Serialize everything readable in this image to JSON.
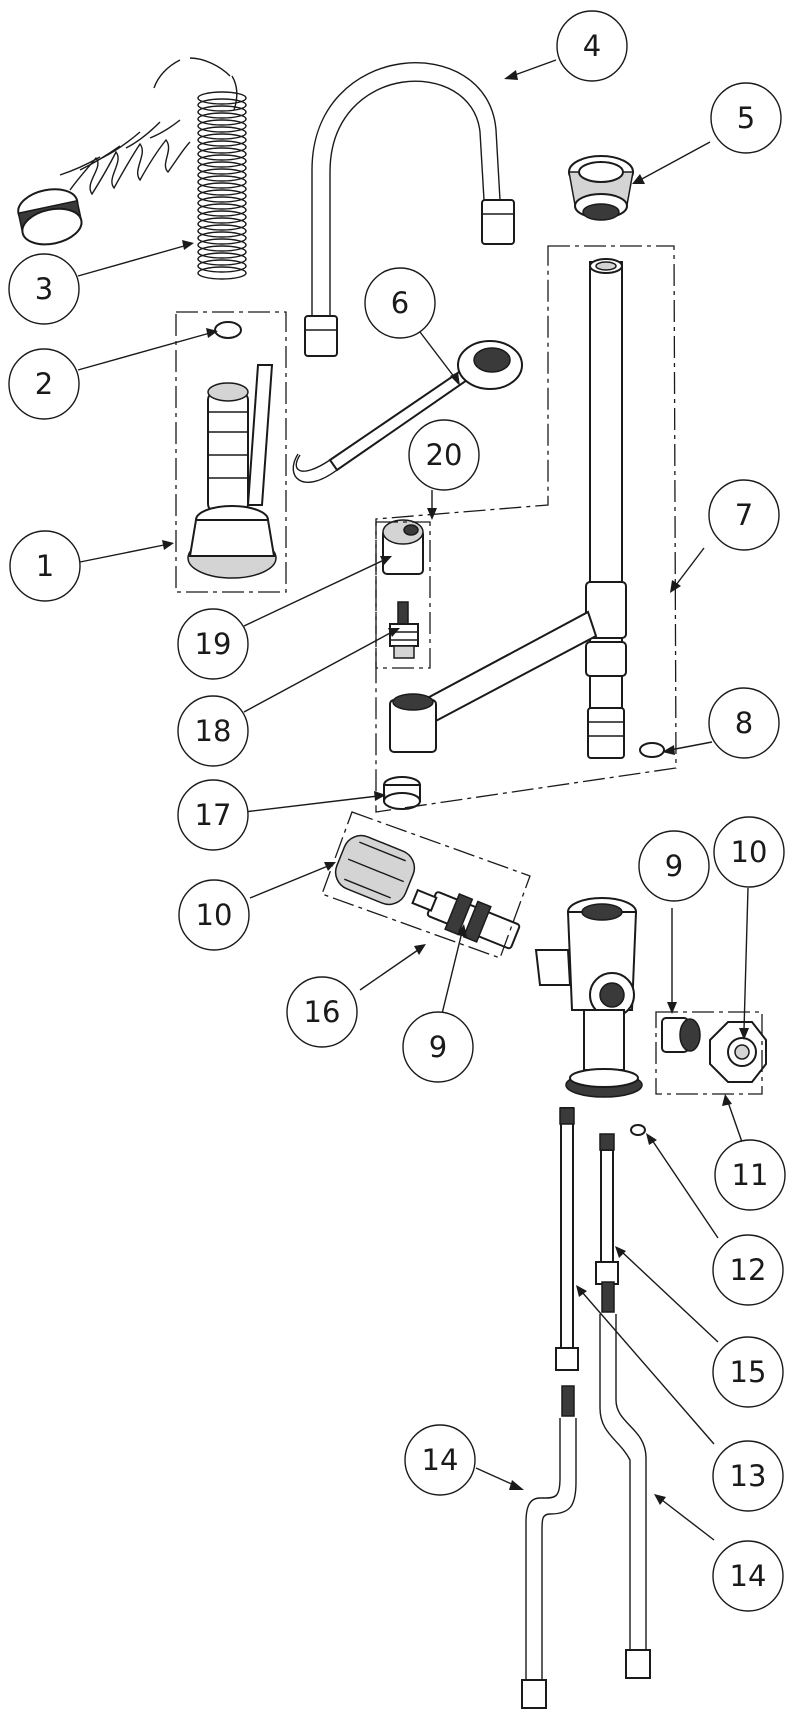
{
  "callouts": [
    {
      "id": "c1",
      "label": "1"
    },
    {
      "id": "c2",
      "label": "2"
    },
    {
      "id": "c3",
      "label": "3"
    },
    {
      "id": "c4",
      "label": "4"
    },
    {
      "id": "c5",
      "label": "5"
    },
    {
      "id": "c6",
      "label": "6"
    },
    {
      "id": "c7",
      "label": "7"
    },
    {
      "id": "c8",
      "label": "8"
    },
    {
      "id": "c9a",
      "label": "9"
    },
    {
      "id": "c9b",
      "label": "9"
    },
    {
      "id": "c10a",
      "label": "10"
    },
    {
      "id": "c10b",
      "label": "10"
    },
    {
      "id": "c11",
      "label": "11"
    },
    {
      "id": "c12",
      "label": "12"
    },
    {
      "id": "c13",
      "label": "13"
    },
    {
      "id": "c14a",
      "label": "14"
    },
    {
      "id": "c14b",
      "label": "14"
    },
    {
      "id": "c15",
      "label": "15"
    },
    {
      "id": "c16",
      "label": "16"
    },
    {
      "id": "c17",
      "label": "17"
    },
    {
      "id": "c18",
      "label": "18"
    },
    {
      "id": "c19",
      "label": "19"
    },
    {
      "id": "c20",
      "label": "20"
    }
  ]
}
